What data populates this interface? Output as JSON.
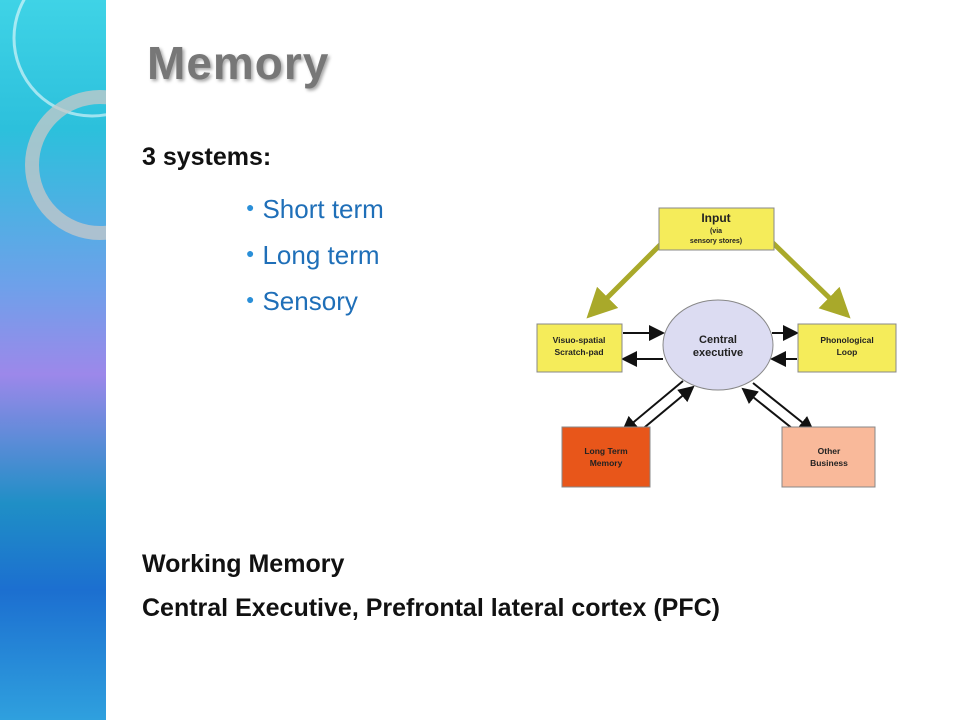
{
  "slide": {
    "title": "Memory",
    "systems_heading": "3 systems:",
    "systems": [
      "Short term",
      "Long term",
      "Sensory"
    ],
    "working_memory": "Working Memory",
    "central_line": "Central Executive, Prefrontal lateral cortex (PFC)"
  },
  "diagram": {
    "input_title": "Input",
    "input_sub1": "(via",
    "input_sub2": "sensory stores)",
    "visuo_line1": "Visuo-spatial",
    "visuo_line2": "Scratch-pad",
    "central_line1": "Central",
    "central_line2": "executive",
    "phono_line1": "Phonological",
    "phono_line2": "Loop",
    "ltm_line1": "Long Term",
    "ltm_line2": "Memory",
    "other_line1": "Other",
    "other_line2": "Business"
  },
  "colors": {
    "yellow_box": "#f5ec5a",
    "orange_box": "#e8561a",
    "peach_box": "#f9b99a",
    "central_ellipse": "#dcdcf2",
    "arrow_olive": "#a9a92a",
    "bullet_text": "#1f6fb8"
  }
}
